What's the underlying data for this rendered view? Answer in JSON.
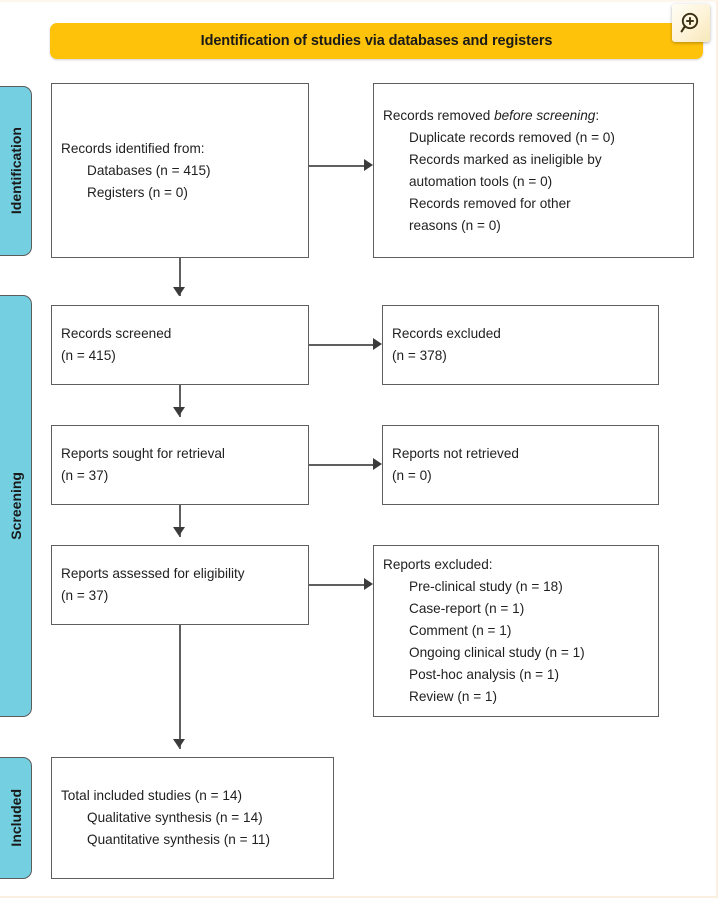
{
  "banner": {
    "title": "Identification of studies via databases and registers",
    "color": "#FFC20A"
  },
  "zoom_control": {
    "icon": "zoom-in-magnifier-icon",
    "label": "Zoom in"
  },
  "phases": [
    {
      "id": "identification",
      "label": "Identification",
      "color": "#74CFE0"
    },
    {
      "id": "screening",
      "label": "Screening",
      "color": "#74CFE0"
    },
    {
      "id": "included",
      "label": "Included",
      "color": "#74CFE0"
    }
  ],
  "boxes": {
    "identified": {
      "name": "records-identified-box",
      "lines": [
        "Records identified from:",
        "Databases (n = 415)",
        "Registers (n = 0)"
      ]
    },
    "removed_before_screening": {
      "name": "records-removed-before-screening-box",
      "heading_prefix": "Records removed ",
      "heading_italic": "before screening",
      "heading_suffix": ":",
      "lines": [
        "Duplicate records removed  (n = 0)",
        "Records marked as ineligible by",
        "automation tools (n = 0)",
        "Records removed for other",
        "reasons (n = 0)"
      ]
    },
    "screened": {
      "name": "records-screened-box",
      "lines": [
        "Records screened",
        "(n = 415)"
      ]
    },
    "records_excluded": {
      "name": "records-excluded-box",
      "lines": [
        "Records excluded",
        "(n = 378)"
      ]
    },
    "sought": {
      "name": "reports-sought-for-retrieval-box",
      "lines": [
        "Reports sought for retrieval",
        "(n = 37)"
      ]
    },
    "not_retrieved": {
      "name": "reports-not-retrieved-box",
      "lines": [
        "Reports not retrieved",
        "(n = 0)"
      ]
    },
    "assessed": {
      "name": "reports-assessed-for-eligibility-box",
      "lines": [
        "Reports assessed for eligibility",
        "(n = 37)"
      ]
    },
    "reports_excluded": {
      "name": "reports-excluded-box",
      "heading": "Reports excluded:",
      "lines": [
        "Pre-clinical study (n = 18)",
        "Case-report (n = 1)",
        "Comment (n = 1)",
        "Ongoing clinical study (n = 1)",
        "Post-hoc analysis (n = 1)",
        "Review (n = 1)"
      ]
    },
    "included": {
      "name": "total-included-studies-box",
      "lines": [
        "Total included studies (n = 14)",
        "Qualitative synthesis (n = 14)",
        "Quantitative synthesis (n = 11)"
      ]
    }
  },
  "counts": {
    "databases": 415,
    "registers": 0,
    "duplicates_removed": 0,
    "ineligible_automation": 0,
    "removed_other": 0,
    "screened": 415,
    "records_excluded": 378,
    "sought": 37,
    "not_retrieved": 0,
    "assessed": 37,
    "excluded_pre_clinical": 18,
    "excluded_case_report": 1,
    "excluded_comment": 1,
    "excluded_ongoing": 1,
    "excluded_post_hoc": 1,
    "excluded_review": 1,
    "total_included": 14,
    "qualitative": 14,
    "quantitative": 11
  }
}
